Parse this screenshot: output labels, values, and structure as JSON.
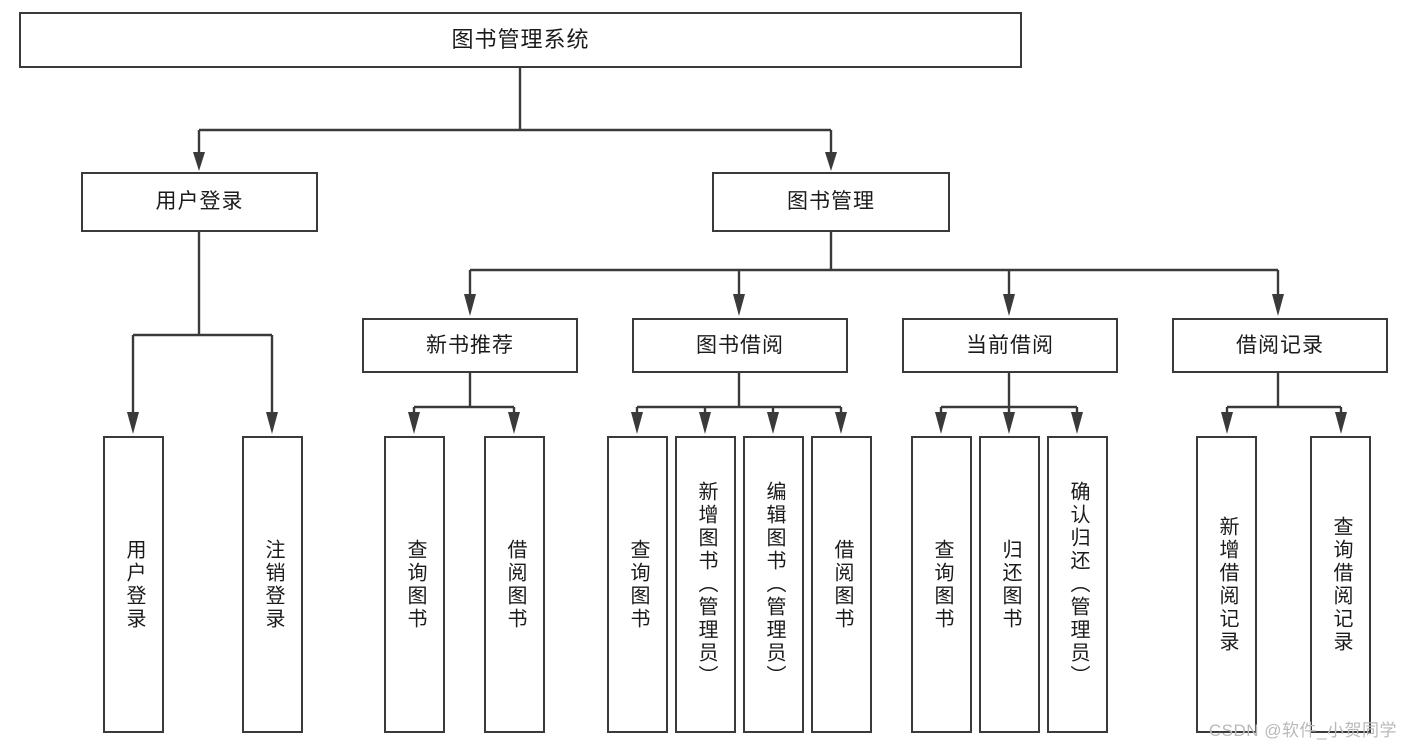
{
  "diagram": {
    "title": "图书管理系统",
    "type": "tree",
    "background_color": "#ffffff",
    "box_border_color": "#3a3a3a",
    "text_color": "#1b1b1b",
    "root": {
      "label": "图书管理系统"
    },
    "level2": [
      {
        "label": "用户登录"
      },
      {
        "label": "图书管理"
      }
    ],
    "level3": [
      {
        "label": "新书推荐"
      },
      {
        "label": "图书借阅"
      },
      {
        "label": "当前借阅"
      },
      {
        "label": "借阅记录"
      }
    ],
    "leaves": {
      "user_login": [
        {
          "label": "用户登录"
        },
        {
          "label": "注销登录"
        }
      ],
      "new_book_recommend": [
        {
          "label": "查询图书"
        },
        {
          "label": "借阅图书"
        }
      ],
      "book_borrow": [
        {
          "label": "查询图书"
        },
        {
          "label": "新增图书（管理员）"
        },
        {
          "label": "编辑图书（管理员）"
        },
        {
          "label": "借阅图书"
        }
      ],
      "current_borrow": [
        {
          "label": "查询图书"
        },
        {
          "label": "归还图书"
        },
        {
          "label": "确认归还（管理员）"
        }
      ],
      "borrow_record": [
        {
          "label": "新增借阅记录"
        },
        {
          "label": "查询借阅记录"
        }
      ]
    }
  },
  "watermark": {
    "text": "CSDN @软件_小贺同学",
    "color": "#b9b9b9"
  }
}
